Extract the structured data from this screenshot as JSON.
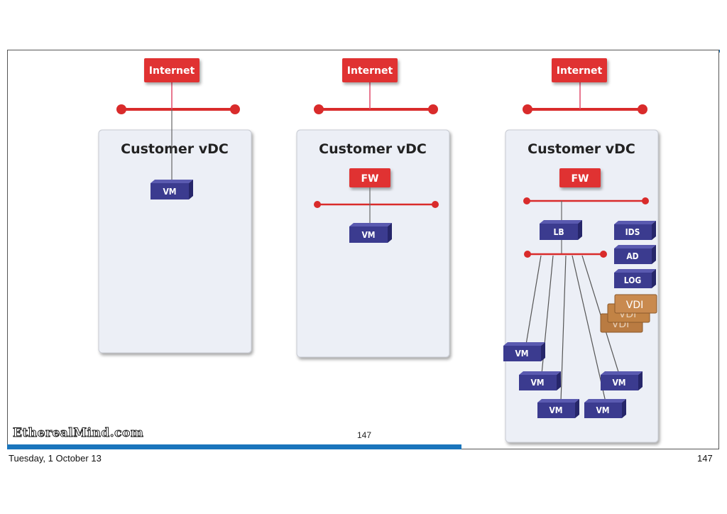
{
  "footer": {
    "logo": "EtherealMind.com",
    "slide_number": "147",
    "date": "Tuesday, 1 October 13",
    "page_number": "147"
  },
  "panels": [
    {
      "internet": "Internet",
      "title": "Customer vDC",
      "vm": "VM"
    },
    {
      "internet": "Internet",
      "title": "Customer vDC",
      "fw": "FW",
      "vm": "VM"
    },
    {
      "internet": "Internet",
      "title": "Customer vDC",
      "fw": "FW",
      "lb": "LB",
      "services": [
        "IDS",
        "AD",
        "LOG"
      ],
      "vdi": [
        "VDI",
        "VDI",
        "VDI"
      ],
      "vms": [
        "VM",
        "VM",
        "VM",
        "VM",
        "VM"
      ]
    }
  ],
  "colors": {
    "accent_blue": "#1a75bc",
    "internet_red": "#e03232",
    "node_navy": "#3b3b8f",
    "vdi_tan": "#c98a4f",
    "panel_bg": "#eceff6"
  }
}
